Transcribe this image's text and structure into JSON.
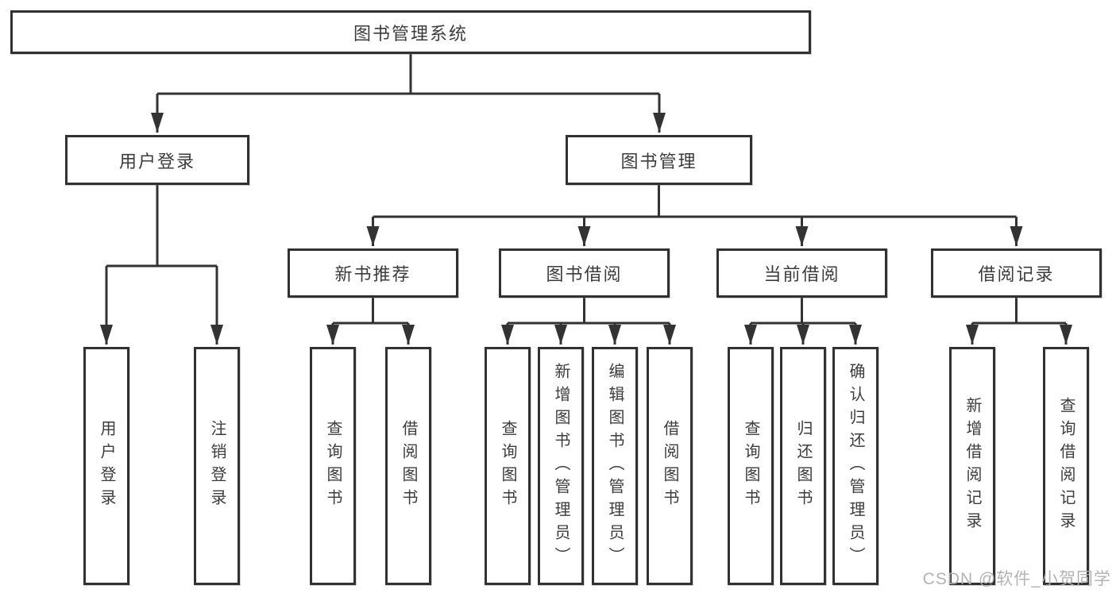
{
  "diagram": {
    "title": "图书管理系统",
    "root": {
      "label": "图书管理系统"
    },
    "level2": [
      {
        "label": "用户登录"
      },
      {
        "label": "图书管理"
      }
    ],
    "level3": [
      {
        "label": "新书推荐"
      },
      {
        "label": "图书借阅"
      },
      {
        "label": "当前借阅"
      },
      {
        "label": "借阅记录"
      }
    ],
    "leaves": [
      {
        "label": "用户登录",
        "parent": "用户登录"
      },
      {
        "label": "注销登录",
        "parent": "用户登录"
      },
      {
        "label": "查询图书",
        "parent": "新书推荐"
      },
      {
        "label": "借阅图书",
        "parent": "新书推荐"
      },
      {
        "label": "查询图书",
        "parent": "图书借阅"
      },
      {
        "label": "新增图书（管理员）",
        "parent": "图书借阅"
      },
      {
        "label": "编辑图书（管理员）",
        "parent": "图书借阅"
      },
      {
        "label": "借阅图书",
        "parent": "图书借阅"
      },
      {
        "label": "查询图书",
        "parent": "当前借阅"
      },
      {
        "label": "归还图书",
        "parent": "当前借阅"
      },
      {
        "label": "确认归还（管理员）",
        "parent": "当前借阅"
      },
      {
        "label": "新增借阅记录",
        "parent": "借阅记录"
      },
      {
        "label": "查询借阅记录",
        "parent": "借阅记录"
      }
    ],
    "watermark": "CSDN @软件_小贺同学",
    "colors": {
      "line": "#333333",
      "border": "#313131",
      "text": "#3c3c3c",
      "watermark": "#afafaf",
      "background": "#ffffff"
    }
  }
}
